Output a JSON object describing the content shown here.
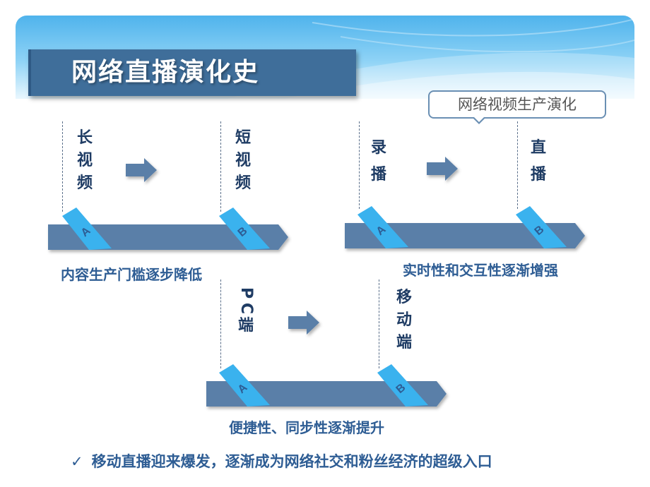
{
  "title": "网络直播演化史",
  "callout": "网络视频生产演化",
  "stage1": {
    "from": [
      "长",
      "视",
      "频"
    ],
    "to": [
      "短",
      "视",
      "频"
    ],
    "caption": "内容生产门槛逐步降低"
  },
  "stage2": {
    "from": [
      "录",
      "播"
    ],
    "to": [
      "直",
      "播"
    ],
    "caption": "实时性和交互性逐渐增强"
  },
  "stage3": {
    "from": [
      "P",
      "C",
      "端"
    ],
    "to": [
      "移",
      "动",
      "端"
    ],
    "caption": "便捷性、同步性逐渐提升"
  },
  "marker_a": "A",
  "marker_b": "B",
  "conclusion": "移动直播迎来爆发，逐渐成为网络社交和粉丝经济的超级入口",
  "check_icon": "✓",
  "colors": {
    "bar": "#5a7fa8",
    "marker": "#3ab2ee",
    "title_bg": "#3f6e9a",
    "text_dark": "#1f3c64",
    "caption": "#2e5d94",
    "header_top": "#4fb3ec"
  }
}
